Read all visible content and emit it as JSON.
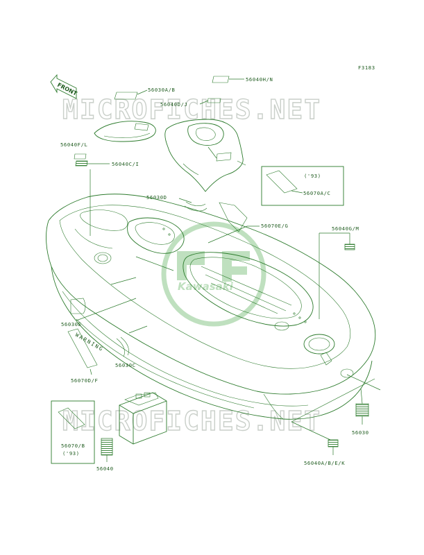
{
  "figure_id": "F3183",
  "watermark": "MICROFICHES.NET",
  "logo_text": "Kawasaki",
  "front_marker": "FRONT",
  "warning_text": "WARNING",
  "labels": {
    "56030AB": "56030A/B",
    "56040HN": "56040H/N",
    "56040DJ": "56040D/J",
    "56040FL": "56040F/L",
    "56040CI": "56040C/I",
    "year93a": "('93)",
    "56070AC": "56070A/C",
    "56030D": "56030D",
    "56070EG": "56070E/G",
    "56040GM": "56040G/M",
    "56030E": "56030E",
    "56070DF": "56070D/F",
    "56030C": "56030C",
    "56070B": "56070/B",
    "year93b": "('93)",
    "56040": "56040",
    "56030": "56030",
    "56040ABEK": "56040A/B/E/K"
  },
  "colors": {
    "line": "#2b7a2b",
    "text": "#1d5a1d",
    "watermark": "#c9cfc9",
    "logo": "#bfe0bf"
  }
}
